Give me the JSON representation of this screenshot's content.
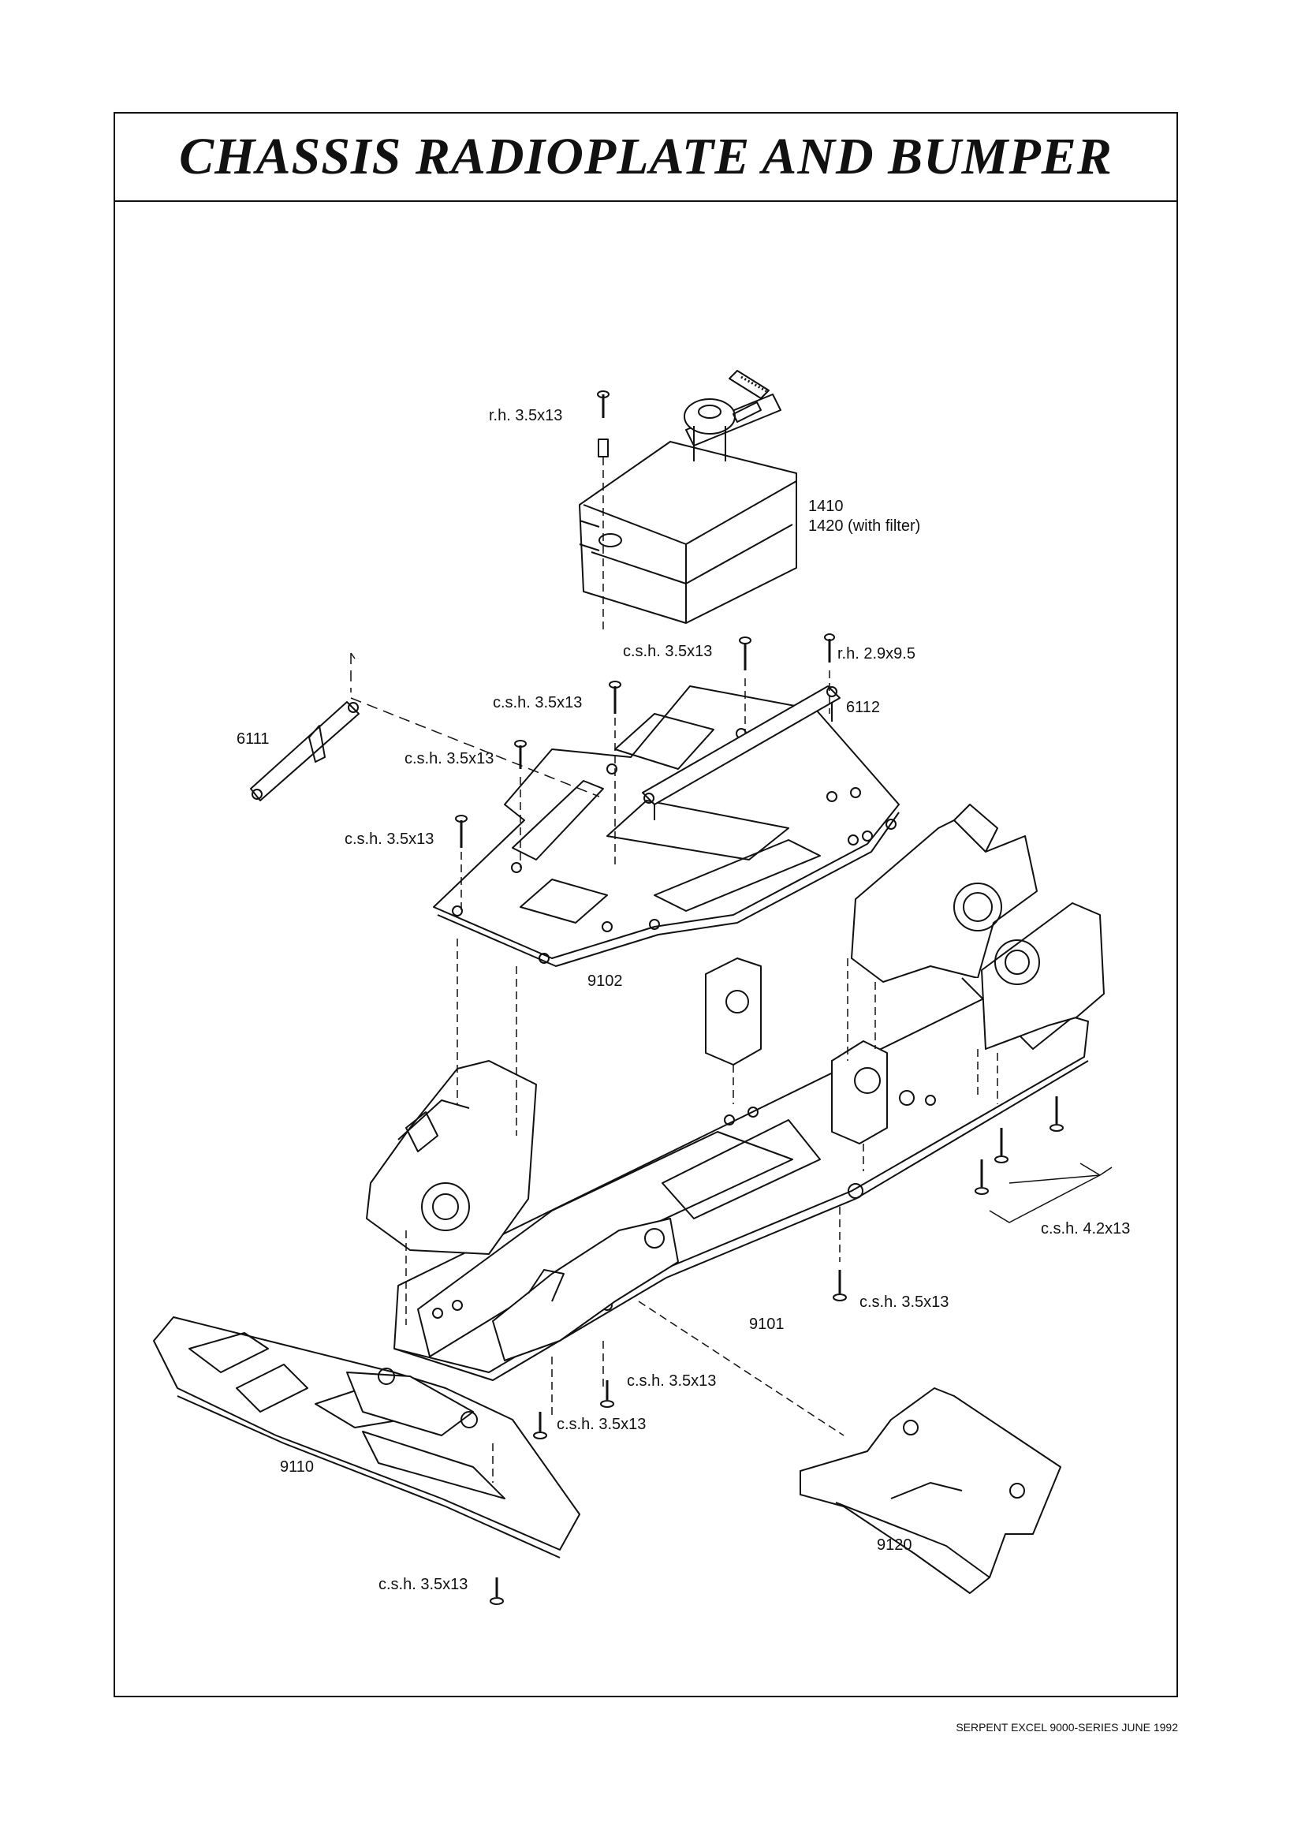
{
  "title": "CHASSIS RADIOPLATE AND BUMPER",
  "labels": {
    "tank_screw": "r.h. 3.5x13",
    "tank_numbers": [
      "1410",
      "1420 (with filter)"
    ],
    "top_csh_1": "c.s.h. 3.5x13",
    "top_rh": "r.h. 2.9x9.5",
    "csh_2": "c.s.h. 3.5x13",
    "csh_3": "c.s.h. 3.5x13",
    "csh_4": "c.s.h. 3.5x13",
    "part_6111": "6111",
    "part_6112": "6112",
    "part_9102": "9102",
    "part_9101": "9101",
    "csh_right_bottom": "c.s.h. 3.5x13",
    "csh_42": "c.s.h. 4.2x13",
    "csh_mid_1": "c.s.h. 3.5x13",
    "csh_mid_2": "c.s.h. 3.5x13",
    "part_9110": "9110",
    "part_9120": "9120",
    "csh_bottom": "c.s.h. 3.5x13"
  },
  "footer": "SERPENT EXCEL 9000-SERIES JUNE 1992"
}
